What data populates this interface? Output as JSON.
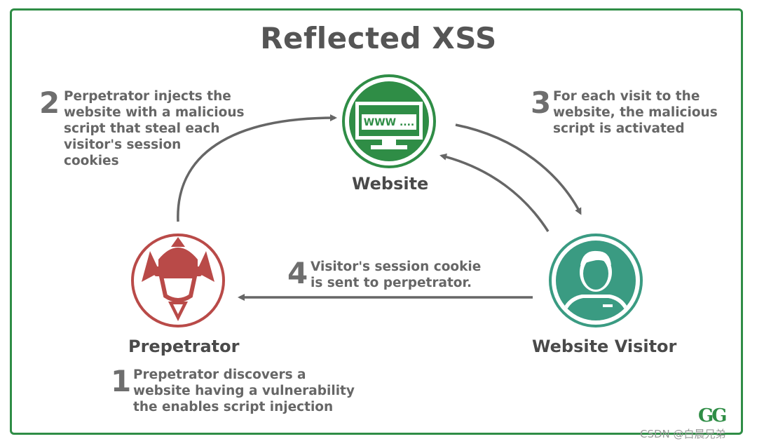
{
  "title": "Reflected XSS",
  "nodes": {
    "website": {
      "label": "Website",
      "screen_text": "WWW ...."
    },
    "perpetrator": {
      "label": "Prepetrator"
    },
    "visitor": {
      "label": "Website Visitor"
    }
  },
  "steps": [
    {
      "number": "1",
      "text": "Prepetrator discovers a\nwebsite having a vulnerability\nthe enables script injection"
    },
    {
      "number": "2",
      "text": "Perpetrator injects the\nwebsite with a malicious\nscript that steal each\nvisitor's session\ncookies"
    },
    {
      "number": "3",
      "text": "For each visit to the\nwebsite, the malicious\nscript is activated"
    },
    {
      "number": "4",
      "text": "Visitor's session cookie\nis sent to perpetrator."
    }
  ],
  "brand": "GG",
  "watermark": "CSDN @白晨兄弟",
  "colors": {
    "frame": "#2f8d46",
    "website": "#2f8d46",
    "perpetrator": "#b94a48",
    "visitor": "#3a9b82",
    "arrow": "#666666"
  }
}
